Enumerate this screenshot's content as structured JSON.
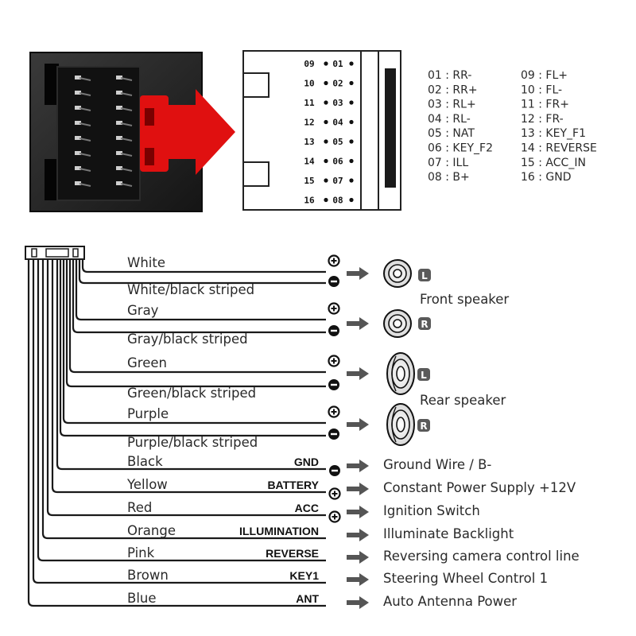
{
  "pinout": {
    "left_column": [
      {
        "num": "01",
        "sep": ":",
        "name": "RR-"
      },
      {
        "num": "02",
        "sep": ":",
        "name": "RR+"
      },
      {
        "num": "03",
        "sep": ":",
        "name": "RL+"
      },
      {
        "num": "04",
        "sep": ":",
        "name": "RL-"
      },
      {
        "num": "05",
        "sep": ":",
        "name": "NAT"
      },
      {
        "num": "06",
        "sep": ":",
        "name": "KEY_F2"
      },
      {
        "num": "07",
        "sep": ":",
        "name": "ILL"
      },
      {
        "num": "08",
        "sep": ":",
        "name": "B+"
      }
    ],
    "right_column": [
      {
        "num": "09",
        "sep": ":",
        "name": "FL+"
      },
      {
        "num": "10",
        "sep": ":",
        "name": "FL-"
      },
      {
        "num": "11",
        "sep": ":",
        "name": "FR+"
      },
      {
        "num": "12",
        "sep": ":",
        "name": "FR-"
      },
      {
        "num": "13",
        "sep": ":",
        "name": "KEY_F1"
      },
      {
        "num": "14",
        "sep": ":",
        "name": "REVERSE"
      },
      {
        "num": "15",
        "sep": ":",
        "name": "ACC_IN"
      },
      {
        "num": "16",
        "sep": ":",
        "name": "GND"
      }
    ],
    "diagram_pins_left": [
      "09",
      "10",
      "11",
      "12",
      "13",
      "14",
      "15",
      "16"
    ],
    "diagram_pins_right": [
      "01",
      "02",
      "03",
      "04",
      "05",
      "06",
      "07",
      "08"
    ]
  },
  "speaker_wires": [
    {
      "label": "White",
      "polarity": "+"
    },
    {
      "label": "White/black striped",
      "polarity": "-"
    },
    {
      "label": "Gray",
      "polarity": "+"
    },
    {
      "label": "Gray/black striped",
      "polarity": "-"
    },
    {
      "label": "Green",
      "polarity": "+"
    },
    {
      "label": "Green/black striped",
      "polarity": "-"
    },
    {
      "label": "Purple",
      "polarity": "+"
    },
    {
      "label": "Purple/black striped",
      "polarity": "-"
    }
  ],
  "speakers": {
    "front_label": "Front speaker",
    "rear_label": "Rear speaker",
    "left_badge": "L",
    "right_badge": "R"
  },
  "power_wires": [
    {
      "color": "Black",
      "function": "GND",
      "polarity": "-",
      "description": "Ground Wire / B-"
    },
    {
      "color": "Yellow",
      "function": "BATTERY",
      "polarity": "+",
      "description": "Constant Power Supply +12V"
    },
    {
      "color": "Red",
      "function": "ACC",
      "polarity": "+",
      "description": "Ignition Switch"
    },
    {
      "color": "Orange",
      "function": "ILLUMINATION",
      "polarity": "",
      "description": "Illuminate Backlight"
    },
    {
      "color": "Pink",
      "function": "REVERSE",
      "polarity": "",
      "description": "Reversing camera control line"
    },
    {
      "color": "Brown",
      "function": "KEY1",
      "polarity": "",
      "description": "Steering Wheel Control 1"
    },
    {
      "color": "Blue",
      "function": "ANT",
      "polarity": "",
      "description": "Auto  Antenna Power"
    }
  ],
  "colors": {
    "wire": "#1a1a1a",
    "arrow": "#555555",
    "connector_red": "#e01010",
    "connector_body": "#1c1c1c"
  }
}
